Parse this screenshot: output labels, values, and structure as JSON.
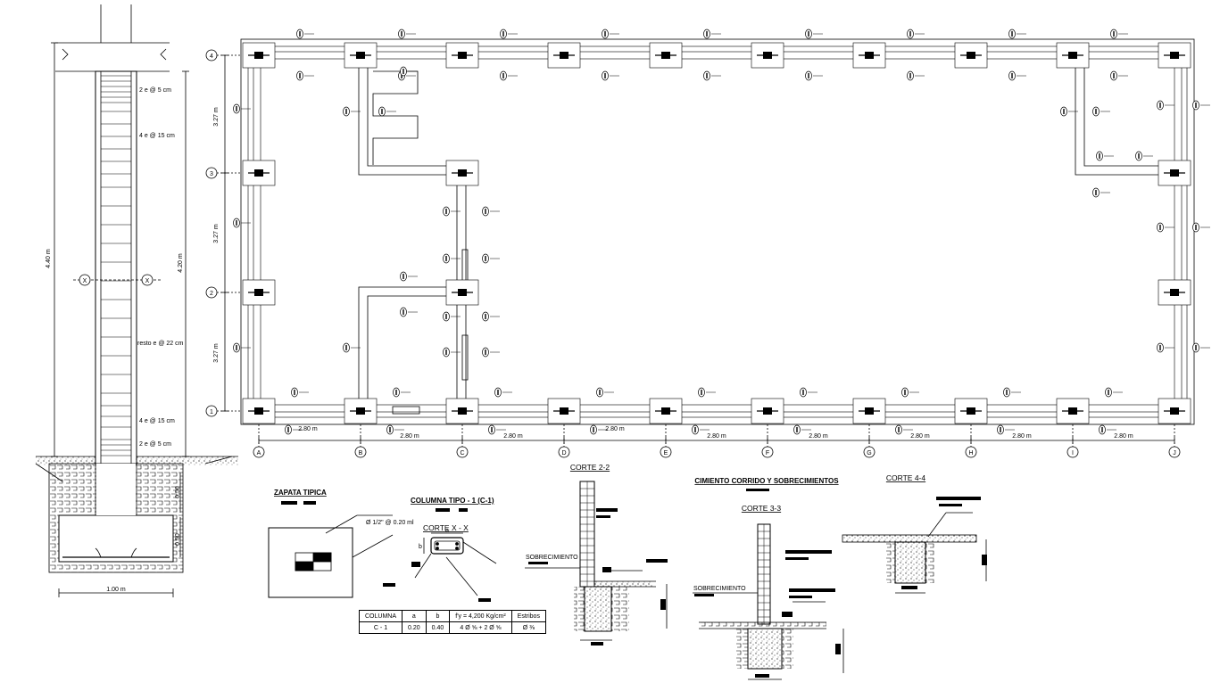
{
  "colors": {
    "ink": "#000000",
    "paper": "#ffffff",
    "hatch": "#000000"
  },
  "plan": {
    "row_labels": [
      "4",
      "3",
      "2",
      "1"
    ],
    "col_labels": [
      "A",
      "B",
      "C",
      "D",
      "E",
      "F",
      "G",
      "H",
      "I",
      "J"
    ],
    "bay_dims": [
      "3.27 m",
      "3.27 m",
      "3.27 m"
    ],
    "span_dims": [
      "2.80 m",
      "2.80 m",
      "2.80 m",
      "2.80 m",
      "2.80 m",
      "2.80 m",
      "2.80 m",
      "2.80 m",
      "2.80 m"
    ]
  },
  "column_elevation": {
    "total_height": "4.40 m",
    "clear_height": "4.20 m",
    "stirrup_notes": [
      "2 e @ 5 cm",
      "4 e @ 15 cm",
      "resto e @ 22 cm",
      "4 e @ 15 cm",
      "2 e @ 5 cm"
    ],
    "section_marker": "X",
    "depth_1": "0.50",
    "depth_2": "0.50",
    "footing_width": "1.00 m"
  },
  "zapata": {
    "title": "ZAPATA  TIPICA",
    "rebar_note": "Ø 1/2\" @ 0.20 ml"
  },
  "columna": {
    "title": "COLUMNA  TIPO - 1  (C-1)",
    "section_title": "CORTE  X - X",
    "dim_a": "a",
    "dim_b": "b",
    "table": {
      "headers": [
        "COLUMNA",
        "a",
        "b",
        "f'y  = 4,200 Kg/cm²",
        "Estribos"
      ],
      "row": [
        "C - 1",
        "0.20",
        "0.40",
        "4 Ø ⅝ + 2 Ø ⅝",
        "Ø ⅜"
      ]
    }
  },
  "sections": {
    "corte_22": "CORTE  2-2",
    "cimiento_title": "CIMIENTO CORRIDO Y SOBRECIMIENTOS",
    "corte_33": "CORTE  3-3",
    "corte_44": "CORTE  4-4",
    "sobrecimiento_1": "SOBRECIMIENTO",
    "sobrecimiento_2": "SOBRECIMIENTO"
  }
}
